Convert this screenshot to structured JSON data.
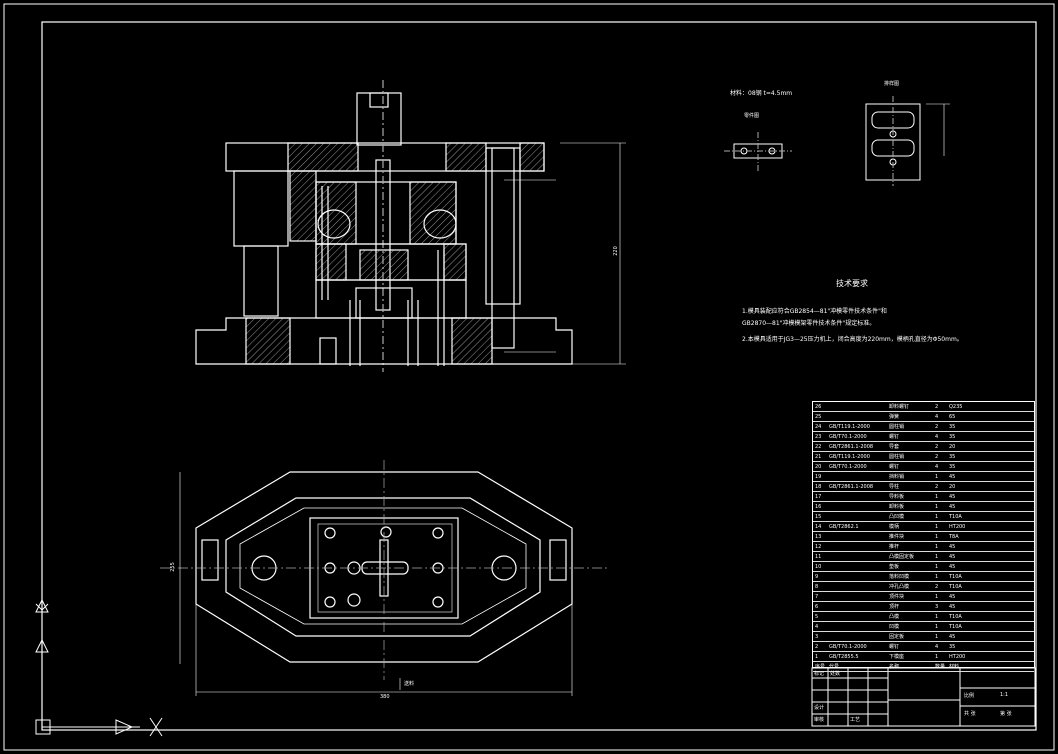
{
  "drawing": {
    "background": "#000000",
    "line_color": "#ffffff",
    "hatch_color": "#bbbbbb"
  },
  "notes": {
    "heading": "技术要求",
    "line1": "1.模具装配应符合GB2854—81\"冲模零件技术条件\"和",
    "line2": "GB2870—81\"冲模模架零件技术条件\"规定标准。",
    "line3": "2.本模具适用于JG3—25压力机上，闭合高度为220mm，模柄孔直径为Φ50mm。"
  },
  "part_label": "材料：08钢   t=4.5mm",
  "detail_labels": [
    "零件图",
    "排样图"
  ],
  "dims": {
    "height": "220",
    "width_plan": "380",
    "depth_plan": "255",
    "arrow_label": "送料"
  },
  "bom": {
    "rows": [
      {
        "no": "26",
        "code": "",
        "name": "卸料螺钉",
        "qty": "2",
        "mat": "Q235"
      },
      {
        "no": "25",
        "code": "",
        "name": "弹簧",
        "qty": "4",
        "mat": "65"
      },
      {
        "no": "24",
        "code": "GB/T119.1-2000",
        "name": "圆柱销",
        "qty": "2",
        "mat": "35"
      },
      {
        "no": "23",
        "code": "GB/T70.1-2000",
        "name": "螺钉",
        "qty": "4",
        "mat": "35"
      },
      {
        "no": "22",
        "code": "GB/T2861.1-2008",
        "name": "导套",
        "qty": "2",
        "mat": "20"
      },
      {
        "no": "21",
        "code": "GB/T119.1-2000",
        "name": "圆柱销",
        "qty": "2",
        "mat": "35"
      },
      {
        "no": "20",
        "code": "GB/T70.1-2000",
        "name": "螺钉",
        "qty": "4",
        "mat": "35"
      },
      {
        "no": "19",
        "code": "",
        "name": "挡料销",
        "qty": "1",
        "mat": "45"
      },
      {
        "no": "18",
        "code": "GB/T2861.1-2008",
        "name": "导柱",
        "qty": "2",
        "mat": "20"
      },
      {
        "no": "17",
        "code": "",
        "name": "导料板",
        "qty": "1",
        "mat": "45"
      },
      {
        "no": "16",
        "code": "",
        "name": "卸料板",
        "qty": "1",
        "mat": "45"
      },
      {
        "no": "15",
        "code": "",
        "name": "凸凹模",
        "qty": "1",
        "mat": "T10A"
      },
      {
        "no": "14",
        "code": "GB/T2862.1",
        "name": "模柄",
        "qty": "1",
        "mat": "HT200"
      },
      {
        "no": "13",
        "code": "",
        "name": "推件块",
        "qty": "1",
        "mat": "T8A"
      },
      {
        "no": "12",
        "code": "",
        "name": "推杆",
        "qty": "1",
        "mat": "45"
      },
      {
        "no": "11",
        "code": "",
        "name": "凸模固定板",
        "qty": "1",
        "mat": "45"
      },
      {
        "no": "10",
        "code": "",
        "name": "垫板",
        "qty": "1",
        "mat": "45"
      },
      {
        "no": "9",
        "code": "",
        "name": "落料凹模",
        "qty": "1",
        "mat": "T10A"
      },
      {
        "no": "8",
        "code": "",
        "name": "冲孔凸模",
        "qty": "2",
        "mat": "T10A"
      },
      {
        "no": "7",
        "code": "",
        "name": "顶件块",
        "qty": "1",
        "mat": "45"
      },
      {
        "no": "6",
        "code": "",
        "name": "顶杆",
        "qty": "3",
        "mat": "45"
      },
      {
        "no": "5",
        "code": "",
        "name": "凸模",
        "qty": "1",
        "mat": "T10A"
      },
      {
        "no": "4",
        "code": "",
        "name": "凹模",
        "qty": "1",
        "mat": "T10A"
      },
      {
        "no": "3",
        "code": "",
        "name": "固定板",
        "qty": "1",
        "mat": "45"
      },
      {
        "no": "2",
        "code": "GB/T70.1-2000",
        "name": "螺钉",
        "qty": "4",
        "mat": "35"
      },
      {
        "no": "1",
        "code": "GB/T2855.5",
        "name": "下模座",
        "qty": "1",
        "mat": "HT200"
      }
    ],
    "header": {
      "no": "序号",
      "code": "代号",
      "name": "名称",
      "qty": "数量",
      "mat": "材料"
    }
  },
  "title_block": {
    "cells": [
      "标记",
      "处数",
      "设计",
      "审核",
      "工艺",
      "比例",
      "1:1",
      "共 张",
      "第 张"
    ]
  }
}
